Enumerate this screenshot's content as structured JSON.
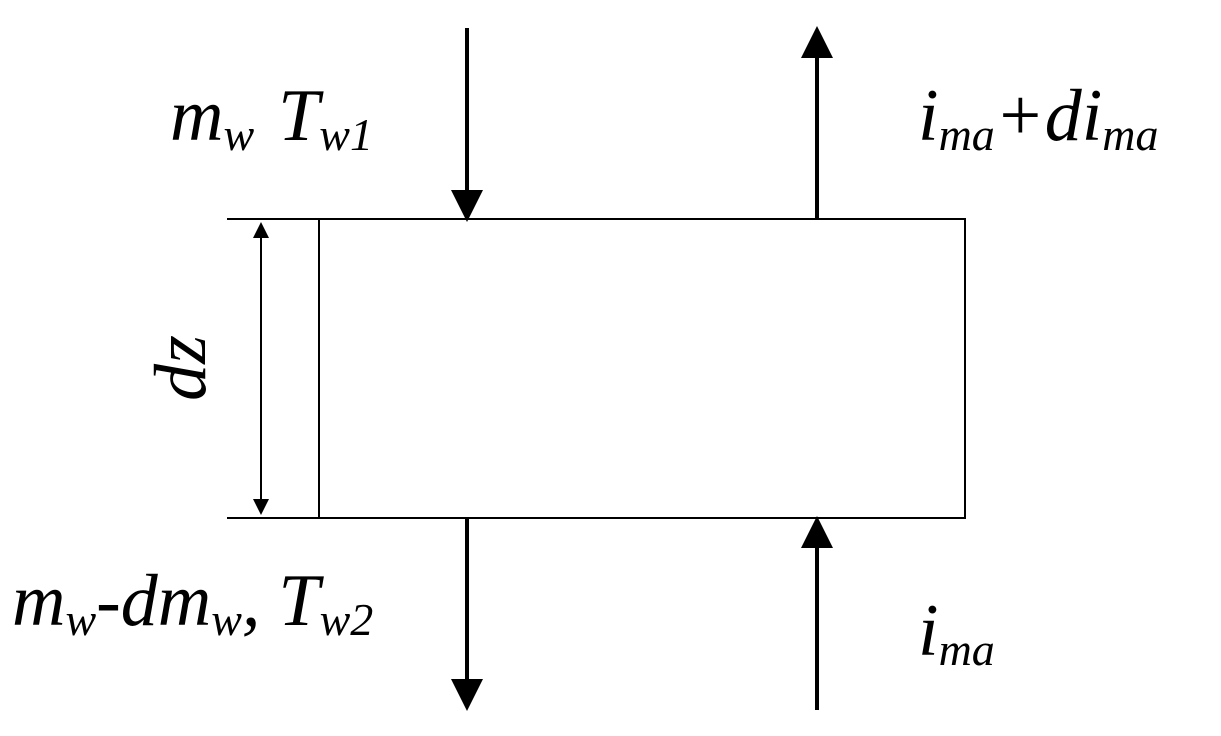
{
  "labels": {
    "water_in_main": "m",
    "water_in_main_sub": "w",
    "water_in_temp": "T",
    "water_in_temp_sub": "w1",
    "water_out_main": "m",
    "water_out_main_sub": "w",
    "water_out_mid": "-dm",
    "water_out_mid_sub": "w",
    "water_out_sep": ",",
    "water_out_temp": "T",
    "water_out_temp_sub": "w2",
    "air_out_i": "i",
    "air_out_i_sub": "ma",
    "air_out_plus": "+di",
    "air_out_plus_sub": "ma",
    "air_in_i": "i",
    "air_in_i_sub": "ma",
    "height_label": "dz"
  },
  "colors": {
    "stroke": "#000000",
    "background": "#ffffff"
  }
}
